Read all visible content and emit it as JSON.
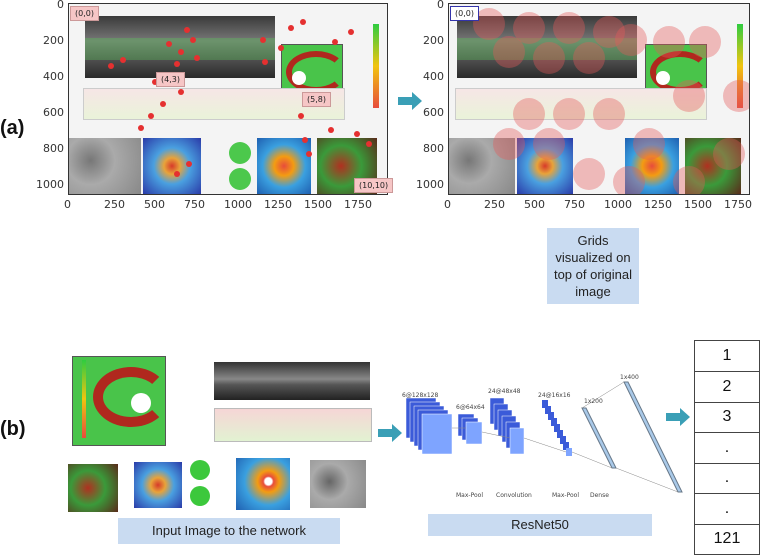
{
  "panel_labels": {
    "a": "(a)",
    "b": "(b)"
  },
  "plot_left": {
    "y_ticks": [
      "0",
      "200",
      "400",
      "600",
      "800",
      "1000"
    ],
    "x_ticks": [
      "0",
      "250",
      "500",
      "750",
      "1000",
      "1250",
      "1500",
      "1750"
    ],
    "coords": [
      "(0,0)",
      "(4,3)",
      "(5,8)",
      "(10,10)"
    ]
  },
  "plot_right": {
    "y_ticks": [
      "0",
      "200",
      "400",
      "600",
      "800",
      "1000"
    ],
    "x_ticks": [
      "0",
      "250",
      "500",
      "750",
      "1000",
      "1250",
      "1500",
      "1750"
    ],
    "coords": [
      "(0,0)"
    ]
  },
  "captions": {
    "grids": [
      "Grids",
      "visualized on",
      "top of original",
      "image"
    ],
    "input": "Input Image to the network",
    "resnet": "ResNet50"
  },
  "network": {
    "top_labels": [
      "6@128x128",
      "6@64x64",
      "24@48x48",
      "24@16x16",
      "1x200",
      "1x400"
    ],
    "bottom_labels": [
      "Max-Pool",
      "Convolution",
      "Max-Pool",
      "Dense"
    ]
  },
  "outputs": [
    "1",
    "2",
    "3",
    ".",
    ".",
    ".",
    "121"
  ],
  "colors": {
    "accent_arrow": "#3a9fb6",
    "caption_bg": "#c9dbf1",
    "grid_red": "#e53030"
  }
}
